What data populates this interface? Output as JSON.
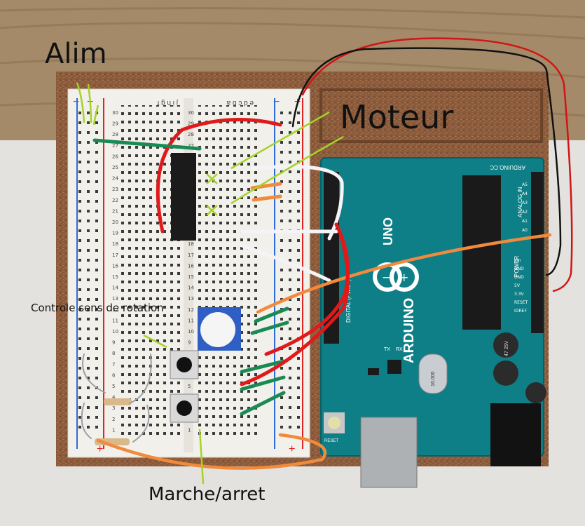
{
  "labels": {
    "alim": "Alim",
    "moteur": "Moteur",
    "controle": "Controle sens de rotation",
    "marche": "Marche/arret"
  },
  "board": {
    "brand_text": "ARDUINO",
    "model_text": "UNO",
    "website_text": "ARDUINO.CC",
    "digital_text": "DIGITAL (PWM~)",
    "power_text": "POWER",
    "analog_text": "ANALOG IN",
    "tx_text": "TX",
    "rx_text": "RX",
    "reset_text": "RESET",
    "crystal_text": "16.000",
    "capacitor_text": "47 25V",
    "pin_labels": [
      "IOREF",
      "RESET",
      "3.3V",
      "5V",
      "GND",
      "GND",
      "Vin"
    ],
    "analog_labels": [
      "A0",
      "A1",
      "A2",
      "A3",
      "A4",
      "A5"
    ]
  },
  "breadboard": {
    "row_numbers": [
      "30",
      "29",
      "28",
      "27",
      "26",
      "25",
      "24",
      "23",
      "22",
      "21",
      "20",
      "19",
      "18",
      "17",
      "16",
      "15",
      "14",
      "13",
      "12",
      "11",
      "10",
      "9",
      "8",
      "7",
      "6",
      "5",
      "4",
      "3",
      "2",
      "1"
    ],
    "columns_left": "j i h g f",
    "columns_right": "e d c b a",
    "rail_plus": "+",
    "rail_minus": "−"
  },
  "colors": {
    "wood_table": "#a88f6e",
    "mdf_base": "#8a5a3b",
    "breadboard": "#f2f0ea",
    "arduino_pcb": "#0e7f86",
    "wire_red": "#e01a1a",
    "wire_green": "#1a8a55",
    "wire_orange": "#f08a3c",
    "wire_white": "#f4f4f8",
    "wire_black": "#111111",
    "annotation_green": "#a5d22a"
  }
}
